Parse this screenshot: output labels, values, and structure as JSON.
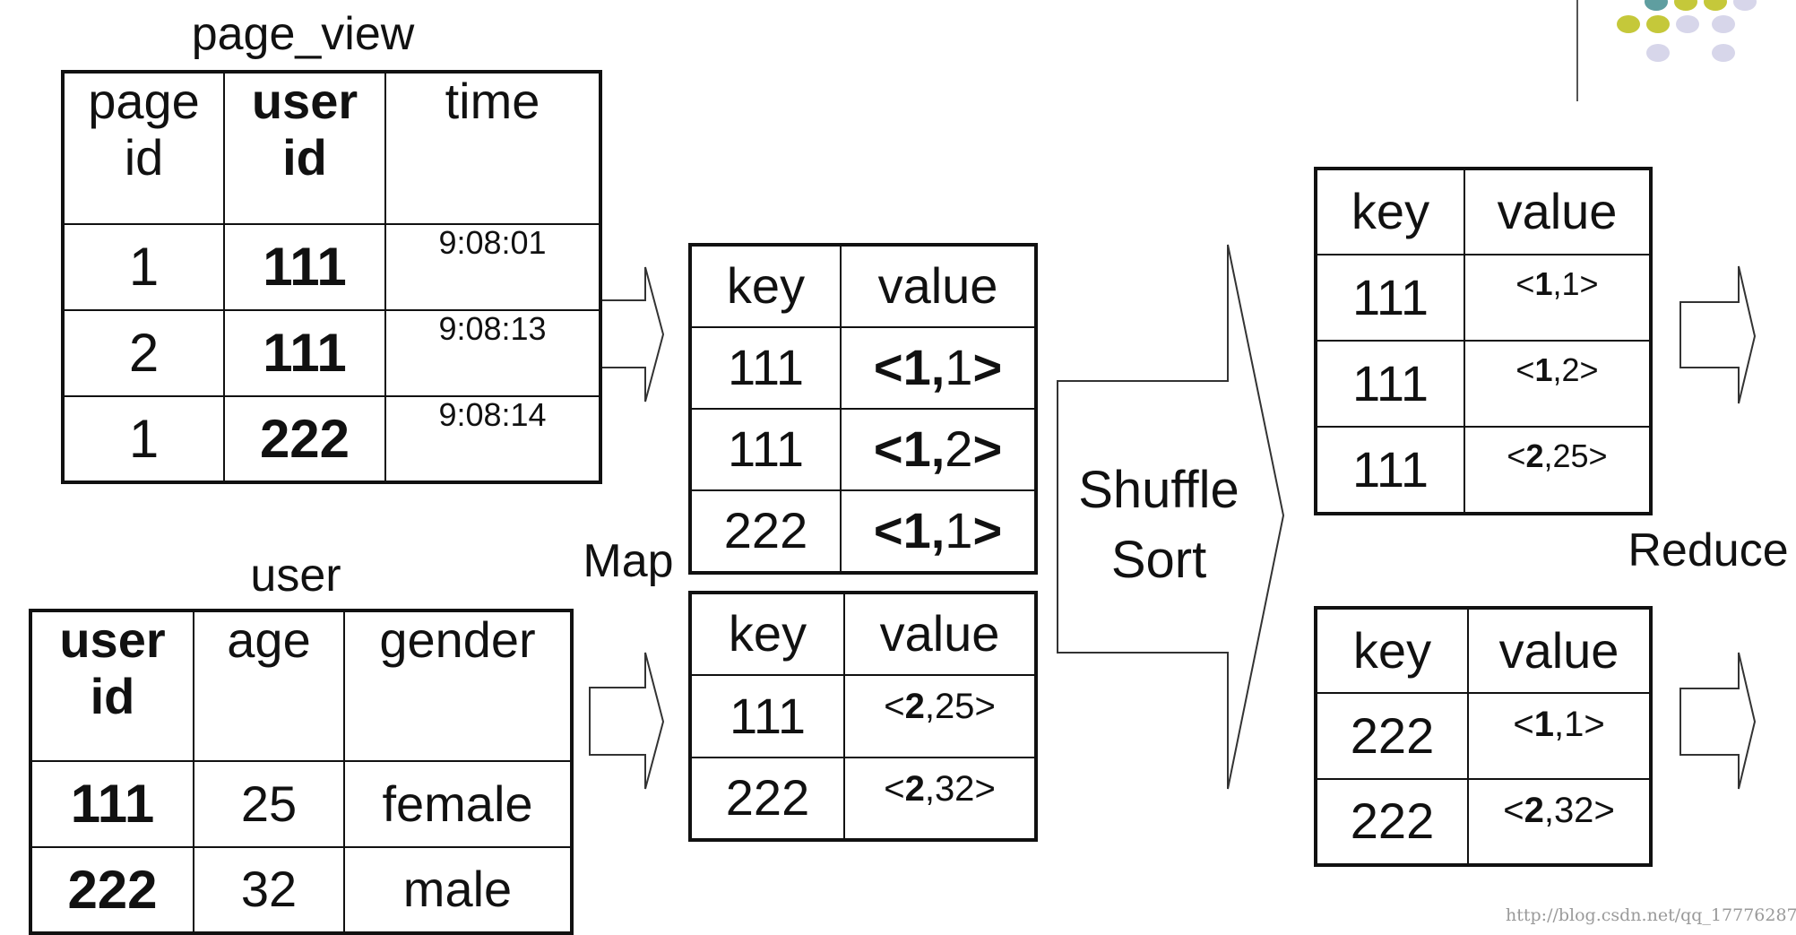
{
  "page_view": {
    "caption": "page_view",
    "headers": [
      [
        "page",
        "id"
      ],
      [
        "user",
        "id"
      ],
      [
        "time",
        ""
      ]
    ],
    "rows": [
      [
        "1",
        "111",
        "9:08:01"
      ],
      [
        "2",
        "111",
        "9:08:13"
      ],
      [
        "1",
        "222",
        "9:08:14"
      ]
    ]
  },
  "user_table": {
    "caption": "user",
    "headers": [
      [
        "user",
        "id"
      ],
      [
        "age",
        ""
      ],
      [
        "gender",
        ""
      ]
    ],
    "rows": [
      [
        "111",
        "25",
        "female"
      ],
      [
        "222",
        "32",
        "male"
      ]
    ]
  },
  "map": {
    "label": "Map",
    "table1": {
      "headers": [
        "key",
        "value"
      ],
      "rows": [
        {
          "key": "111",
          "tag": "1",
          "val": "1"
        },
        {
          "key": "111",
          "tag": "1",
          "val": "2"
        },
        {
          "key": "222",
          "tag": "1",
          "val": "1"
        }
      ]
    },
    "table2": {
      "headers": [
        "key",
        "value"
      ],
      "rows": [
        {
          "key": "111",
          "tag": "2",
          "val": "25"
        },
        {
          "key": "222",
          "tag": "2",
          "val": "32"
        }
      ]
    }
  },
  "shuffle": {
    "label_line1": "Shuffle",
    "label_line2": "Sort"
  },
  "reduce": {
    "label": "Reduce",
    "table1": {
      "headers": [
        "key",
        "value"
      ],
      "rows": [
        {
          "key": "111",
          "tag": "1",
          "val": "1"
        },
        {
          "key": "111",
          "tag": "1",
          "val": "2"
        },
        {
          "key": "111",
          "tag": "2",
          "val": "25"
        }
      ]
    },
    "table2": {
      "headers": [
        "key",
        "value"
      ],
      "rows": [
        {
          "key": "222",
          "tag": "1",
          "val": "1"
        },
        {
          "key": "222",
          "tag": "2",
          "val": "32"
        }
      ]
    }
  },
  "watermark": "http://blog.csdn.net/qq_17776287",
  "colors": {
    "dot_teal": "#5f9ea0",
    "dot_olive": "#c5c83a",
    "dot_lavender": "#d7d6ea"
  }
}
